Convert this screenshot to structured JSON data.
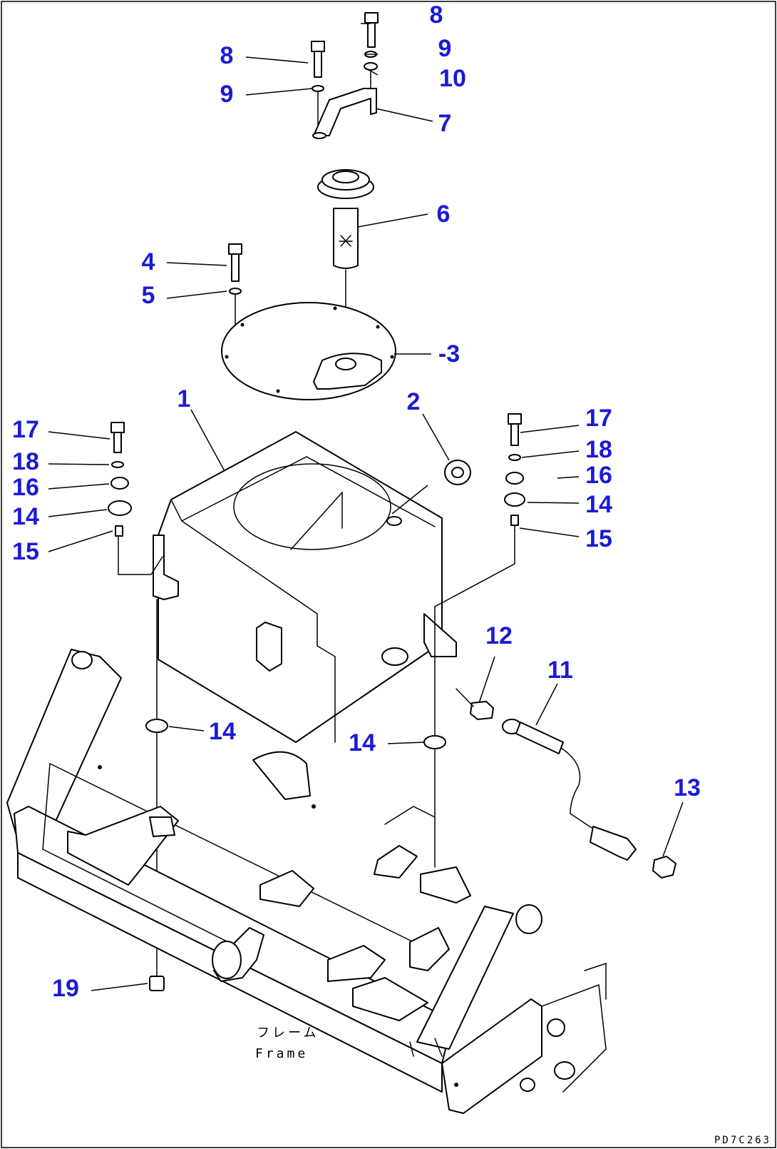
{
  "callouts": [
    {
      "id": "8",
      "text": "8"
    },
    {
      "id": "8",
      "text": "8"
    },
    {
      "id": "9",
      "text": "9"
    },
    {
      "id": "9",
      "text": "9"
    },
    {
      "id": "10",
      "text": "10"
    },
    {
      "id": "7",
      "text": "7"
    },
    {
      "id": "6",
      "text": "6"
    },
    {
      "id": "4",
      "text": "4"
    },
    {
      "id": "5",
      "text": "5"
    },
    {
      "id": "3",
      "text": "-3"
    },
    {
      "id": "1",
      "text": "1"
    },
    {
      "id": "2",
      "text": "2"
    },
    {
      "id": "17",
      "text": "17"
    },
    {
      "id": "18",
      "text": "18"
    },
    {
      "id": "16",
      "text": "16"
    },
    {
      "id": "14",
      "text": "14"
    },
    {
      "id": "15",
      "text": "15"
    },
    {
      "id": "17",
      "text": "17"
    },
    {
      "id": "18",
      "text": "18"
    },
    {
      "id": "16",
      "text": "16"
    },
    {
      "id": "14",
      "text": "14"
    },
    {
      "id": "15",
      "text": "15"
    },
    {
      "id": "12",
      "text": "12"
    },
    {
      "id": "11",
      "text": "11"
    },
    {
      "id": "14",
      "text": "14"
    },
    {
      "id": "14",
      "text": "14"
    },
    {
      "id": "13",
      "text": "13"
    },
    {
      "id": "19",
      "text": "19"
    }
  ],
  "frame_label": {
    "japanese": "フレーム",
    "english": "Frame"
  },
  "drawing_code": "PD7C263",
  "colors": {
    "callout": "#1a1ad6",
    "line": "#000000",
    "background": "#ffffff"
  }
}
